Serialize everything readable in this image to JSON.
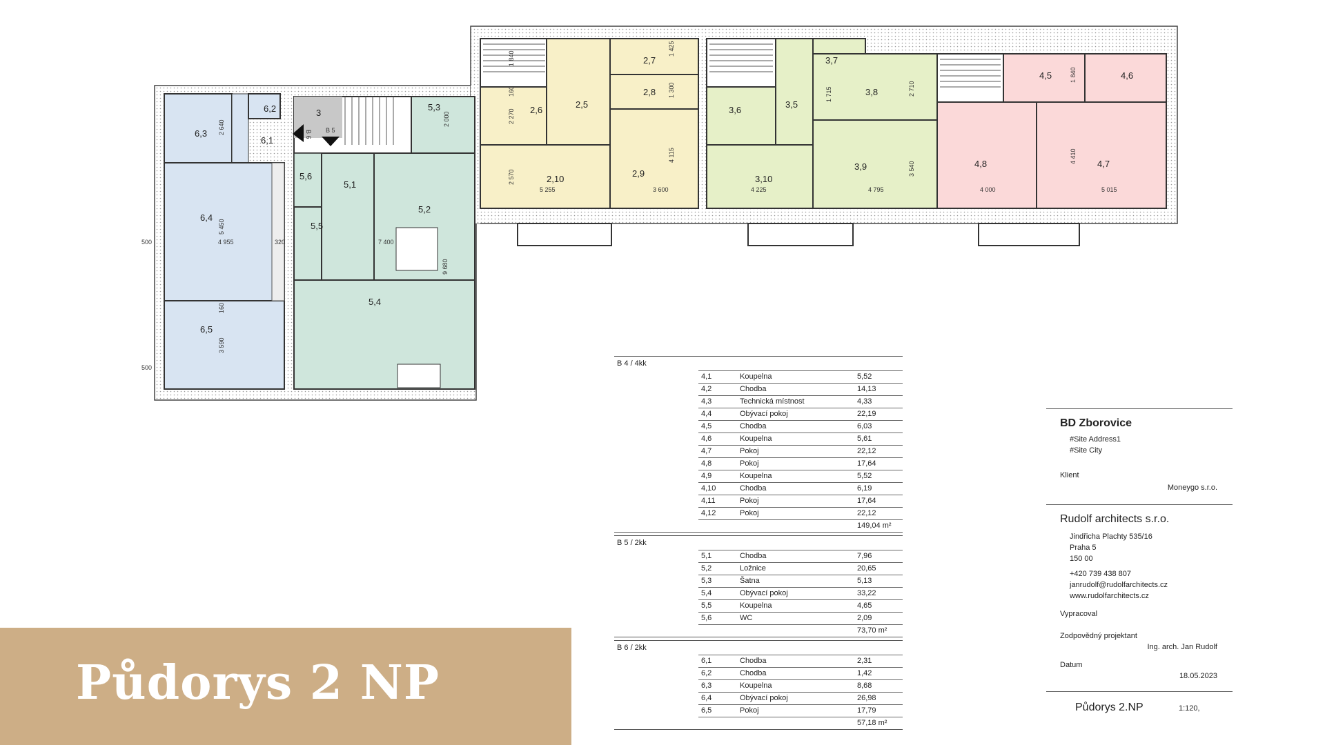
{
  "drawing_title": "Půdorys 2 NP",
  "plan": {
    "room_labels": [
      "6,3",
      "6,2",
      "3",
      "5,3",
      "2,6",
      "2,5",
      "2,7",
      "2,8",
      "3,6",
      "3,5",
      "3,7",
      "3,8",
      "4,5",
      "4,6",
      "6,1",
      "5,6",
      "5,1",
      "5,2",
      "5,5",
      "6,4",
      "5,4",
      "6,5",
      "2,10",
      "2,9",
      "3,10",
      "3,9",
      "4,8",
      "4,7"
    ],
    "stair_labels": [
      "B 6",
      "B 5"
    ],
    "dimensions": [
      "500",
      "500",
      "2 640",
      "2 270",
      "160",
      "1 840",
      "2 570",
      "5 255",
      "3 600",
      "4 115",
      "1 425",
      "1 300",
      "4 225",
      "1 715",
      "2 710",
      "4 795",
      "3 540",
      "1 840",
      "4 410",
      "4 000",
      "5 015",
      "2 000",
      "7 400",
      "9 680",
      "320",
      "5 450",
      "4 955",
      "3 590",
      "160"
    ]
  },
  "apartments": [
    {
      "header": "B 4 / 4kk",
      "rooms": [
        {
          "no": "4,1",
          "name": "Koupelna",
          "area": "5,52"
        },
        {
          "no": "4,2",
          "name": "Chodba",
          "area": "14,13"
        },
        {
          "no": "4,3",
          "name": "Technická místnost",
          "area": "4,33"
        },
        {
          "no": "4,4",
          "name": "Obývací pokoj",
          "area": "22,19"
        },
        {
          "no": "4,5",
          "name": "Chodba",
          "area": "6,03"
        },
        {
          "no": "4,6",
          "name": "Koupelna",
          "area": "5,61"
        },
        {
          "no": "4,7",
          "name": "Pokoj",
          "area": "22,12"
        },
        {
          "no": "4,8",
          "name": "Pokoj",
          "area": "17,64"
        },
        {
          "no": "4,9",
          "name": "Koupelna",
          "area": "5,52"
        },
        {
          "no": "4,10",
          "name": "Chodba",
          "area": "6,19"
        },
        {
          "no": "4,11",
          "name": "Pokoj",
          "area": "17,64"
        },
        {
          "no": "4,12",
          "name": "Pokoj",
          "area": "22,12"
        }
      ],
      "total": "149,04 m²"
    },
    {
      "header": "B 5 / 2kk",
      "rooms": [
        {
          "no": "5,1",
          "name": "Chodba",
          "area": "7,96"
        },
        {
          "no": "5,2",
          "name": "Ložnice",
          "area": "20,65"
        },
        {
          "no": "5,3",
          "name": "Šatna",
          "area": "5,13"
        },
        {
          "no": "5,4",
          "name": "Obývací pokoj",
          "area": "33,22"
        },
        {
          "no": "5,5",
          "name": "Koupelna",
          "area": "4,65"
        },
        {
          "no": "5,6",
          "name": "WC",
          "area": "2,09"
        }
      ],
      "total": "73,70 m²"
    },
    {
      "header": "B 6 / 2kk",
      "rooms": [
        {
          "no": "6,1",
          "name": "Chodba",
          "area": "2,31"
        },
        {
          "no": "6,2",
          "name": "Chodba",
          "area": "1,42"
        },
        {
          "no": "6,3",
          "name": "Koupelna",
          "area": "8,68"
        },
        {
          "no": "6,4",
          "name": "Obývací pokoj",
          "area": "26,98"
        },
        {
          "no": "6,5",
          "name": "Pokoj",
          "area": "17,79"
        }
      ],
      "total": "57,18 m²"
    }
  ],
  "title_block": {
    "project": "BD Zborovice",
    "site_address": "#Site Address1",
    "site_city": "#Site City",
    "client_label": "Klient",
    "client": "Moneygo s.r.o.",
    "architect": "Rudolf architects s.r.o.",
    "street": "Jindřicha Plachty 535/16",
    "city": "Praha 5",
    "zip": "150 00",
    "phone": "+420 739 438 807",
    "email": "janrudolf@rudolfarchitects.cz",
    "web": "www.rudolfarchitects.cz",
    "prepared_label": "Vypracoval",
    "responsible_label": "Zodpovědný projektant",
    "responsible": "Ing. arch. Jan  Rudolf",
    "date_label": "Datum",
    "date": "18.05.2023",
    "sheet": "Půdorys 2.NP",
    "scale": "1:120,"
  },
  "colors": {
    "b4": "#fbd9d9",
    "b5": "#cfe6dc",
    "b6": "#d8e4f2",
    "b2": "#f8f0c8",
    "b3": "#e6f0c8",
    "stair": "#c8c8c8",
    "wall": "#555555",
    "banner": "#cdae86"
  }
}
